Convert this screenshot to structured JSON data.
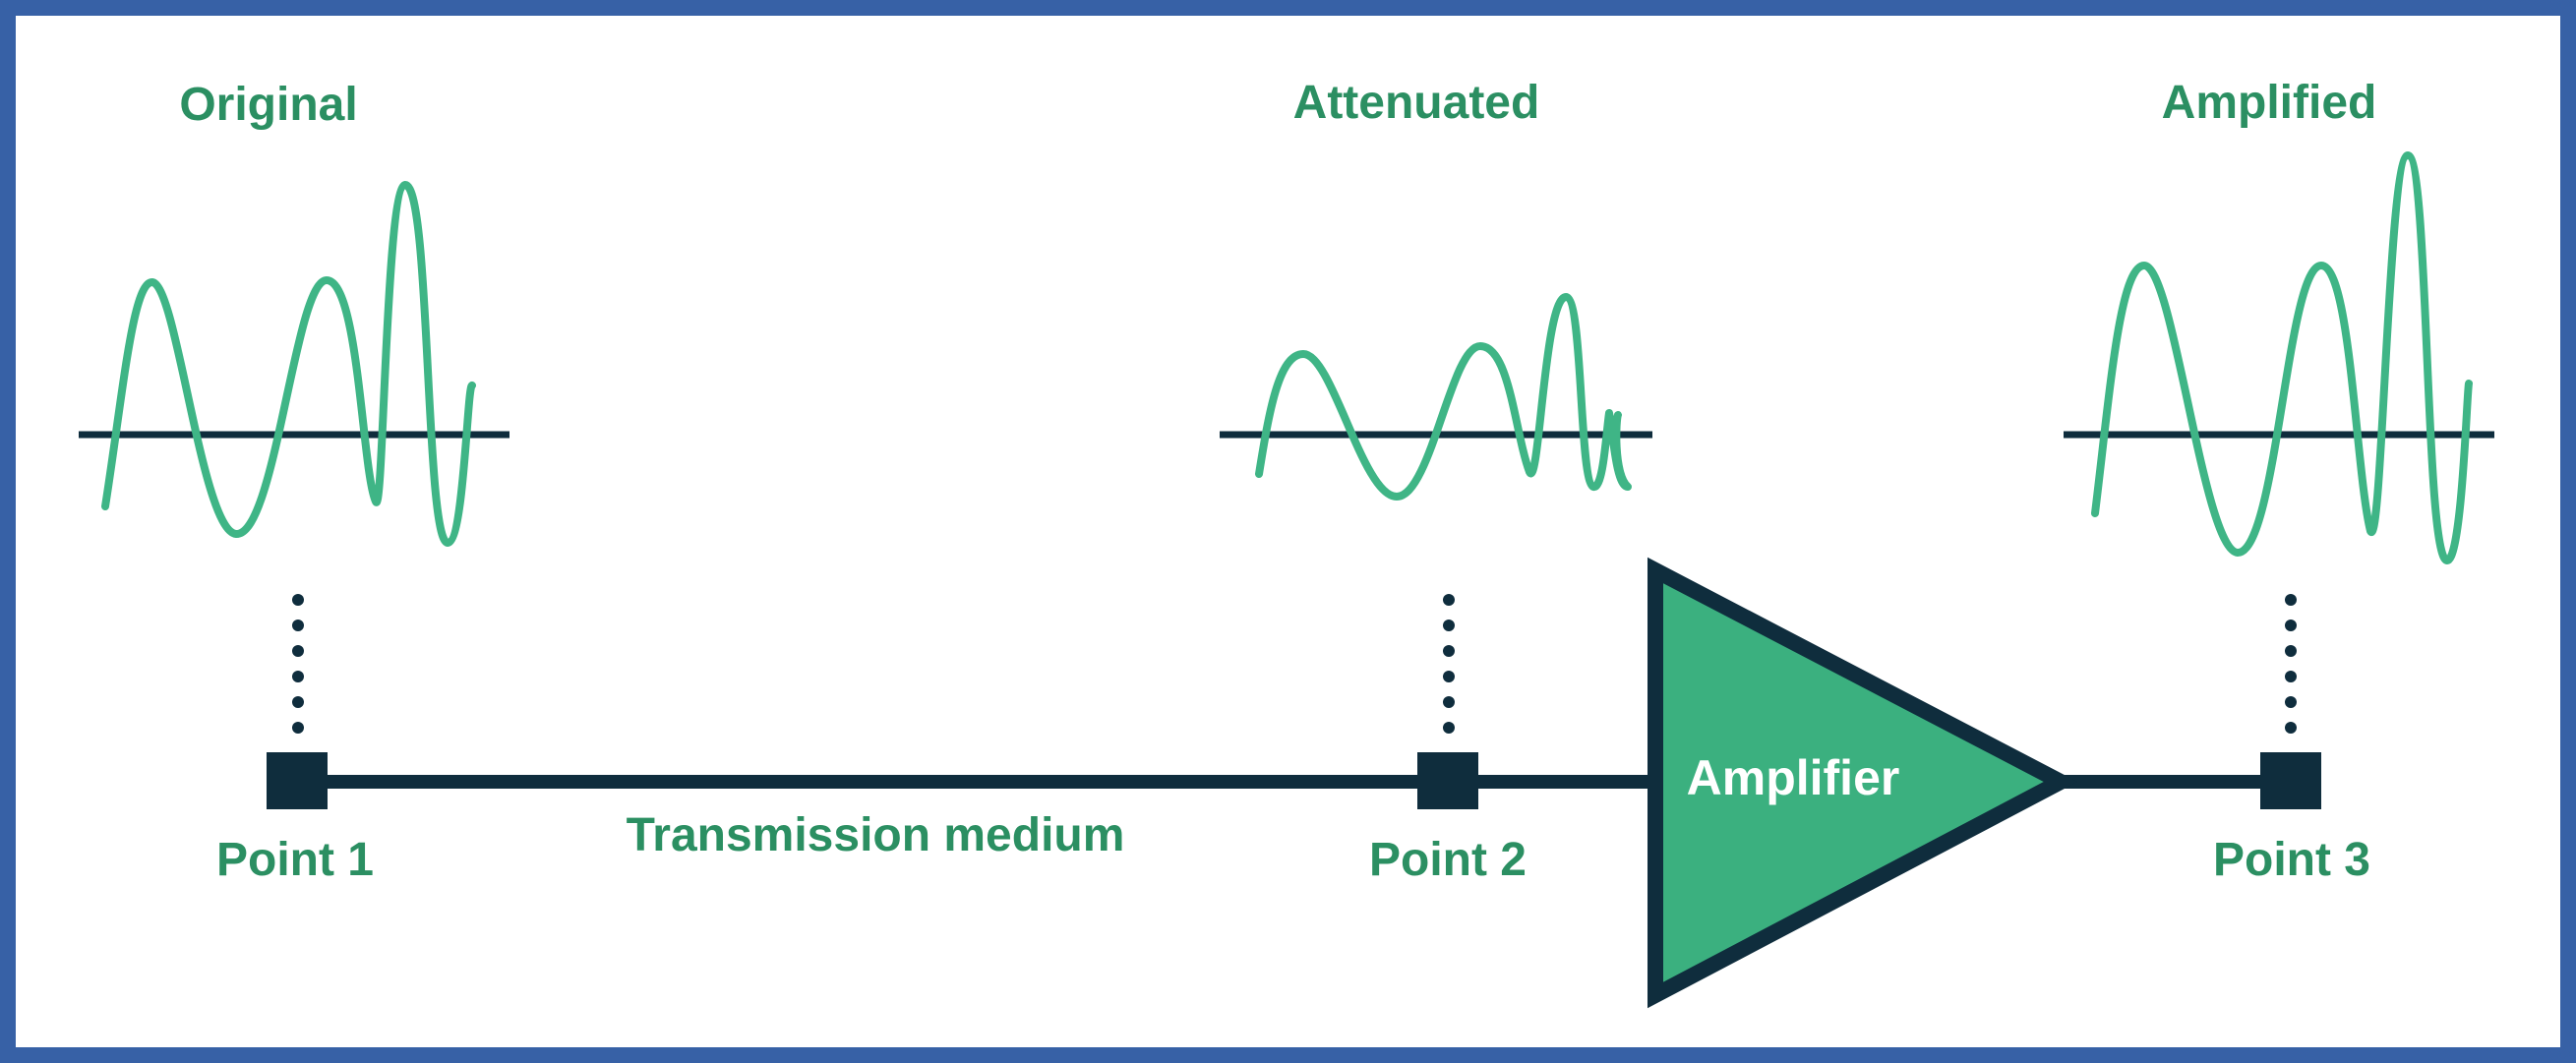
{
  "labels": {
    "original": "Original",
    "attenuated": "Attenuated",
    "amplified": "Amplified",
    "point1": "Point 1",
    "point2": "Point 2",
    "point3": "Point 3",
    "medium": "Transmission medium",
    "amplifier": "Amplifier"
  },
  "colors": {
    "frame": "#3761a6",
    "wave": "#3fb586",
    "label": "#2b8f62",
    "line": "#0f2d3d",
    "amplifier_fill": "#3bb07f"
  },
  "signal": {
    "stages": [
      "Original",
      "Attenuated",
      "Amplified"
    ],
    "relative_amplitude": [
      1.0,
      0.45,
      1.1
    ]
  }
}
